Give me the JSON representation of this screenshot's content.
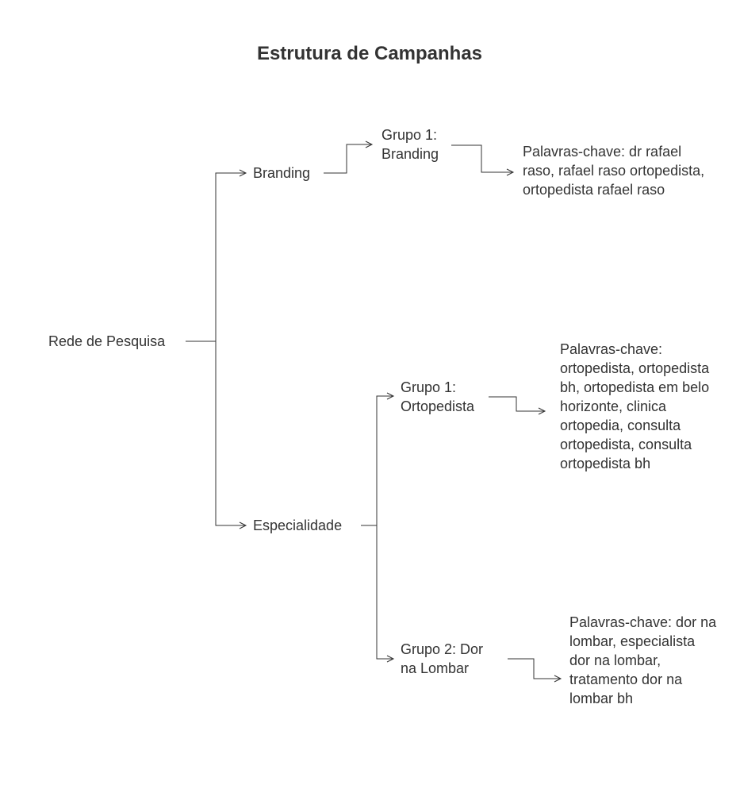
{
  "title": "Estrutura de Campanhas",
  "root": {
    "label": "Rede de Pesquisa"
  },
  "campaigns": [
    {
      "label": "Branding",
      "groups": [
        {
          "label_lines": [
            "Grupo 1:",
            "Branding"
          ],
          "keywords_lines": [
            "Palavras-chave: dr rafael",
            "raso, rafael raso ortopedista,",
            "ortopedista rafael raso"
          ]
        }
      ]
    },
    {
      "label": "Especialidade",
      "groups": [
        {
          "label_lines": [
            "Grupo 1:",
            "Ortopedista"
          ],
          "keywords_lines": [
            "Palavras-chave:",
            "ortopedista, ortopedista",
            "bh, ortopedista em belo",
            "horizonte, clinica",
            "ortopedia, consulta",
            "ortopedista, consulta",
            "ortopedista bh"
          ]
        },
        {
          "label_lines": [
            "Grupo 2: Dor",
            "na Lombar"
          ],
          "keywords_lines": [
            "Palavras-chave: dor na",
            "lombar, especialista",
            "dor na lombar,",
            "tratamento dor na",
            "lombar bh"
          ]
        }
      ]
    }
  ]
}
